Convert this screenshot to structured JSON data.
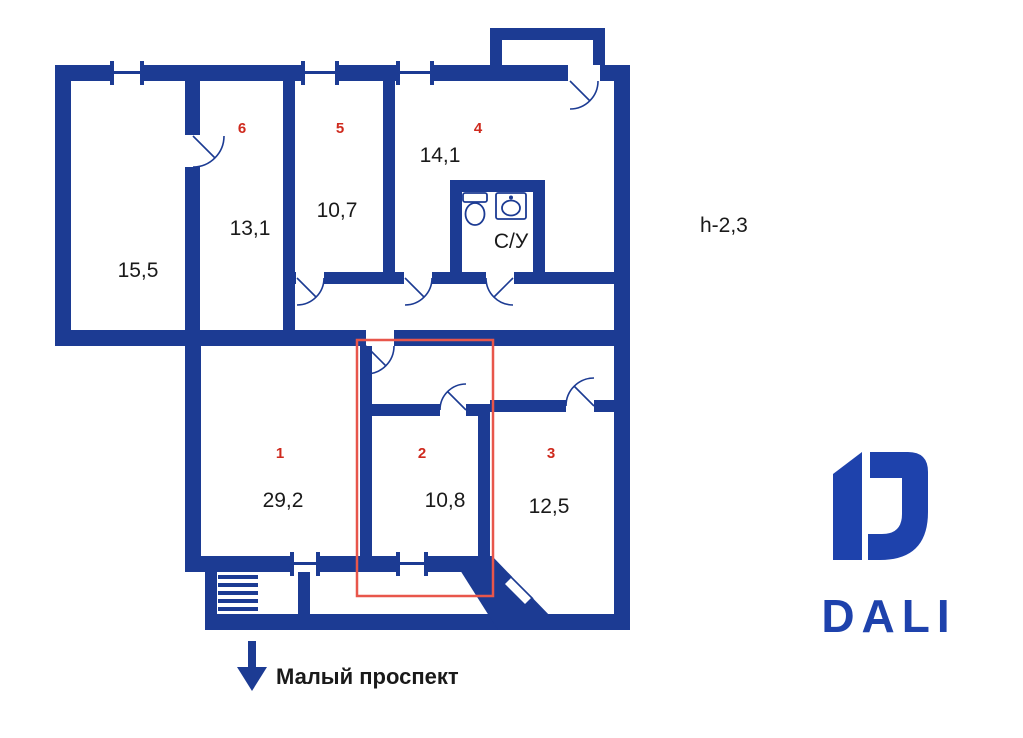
{
  "colors": {
    "wall": "#1c3b93",
    "room_number": "#cf2a1e",
    "highlight": "#e8564b",
    "logo": "#1e42ac",
    "text": "#1a1a1a"
  },
  "plan": {
    "rooms": [
      {
        "number": "1",
        "area": "29,2"
      },
      {
        "number": "2",
        "area": "10,8"
      },
      {
        "number": "3",
        "area": "12,5"
      },
      {
        "number": "4",
        "area": "14,1"
      },
      {
        "number": "5",
        "area": "10,7"
      },
      {
        "number": "6",
        "area": "13,1"
      }
    ],
    "hall_area": "15,5",
    "bathroom": "С/У",
    "ceiling_height": "h-2,3",
    "street": "Малый проспект"
  },
  "logo": {
    "name": "DALI"
  }
}
